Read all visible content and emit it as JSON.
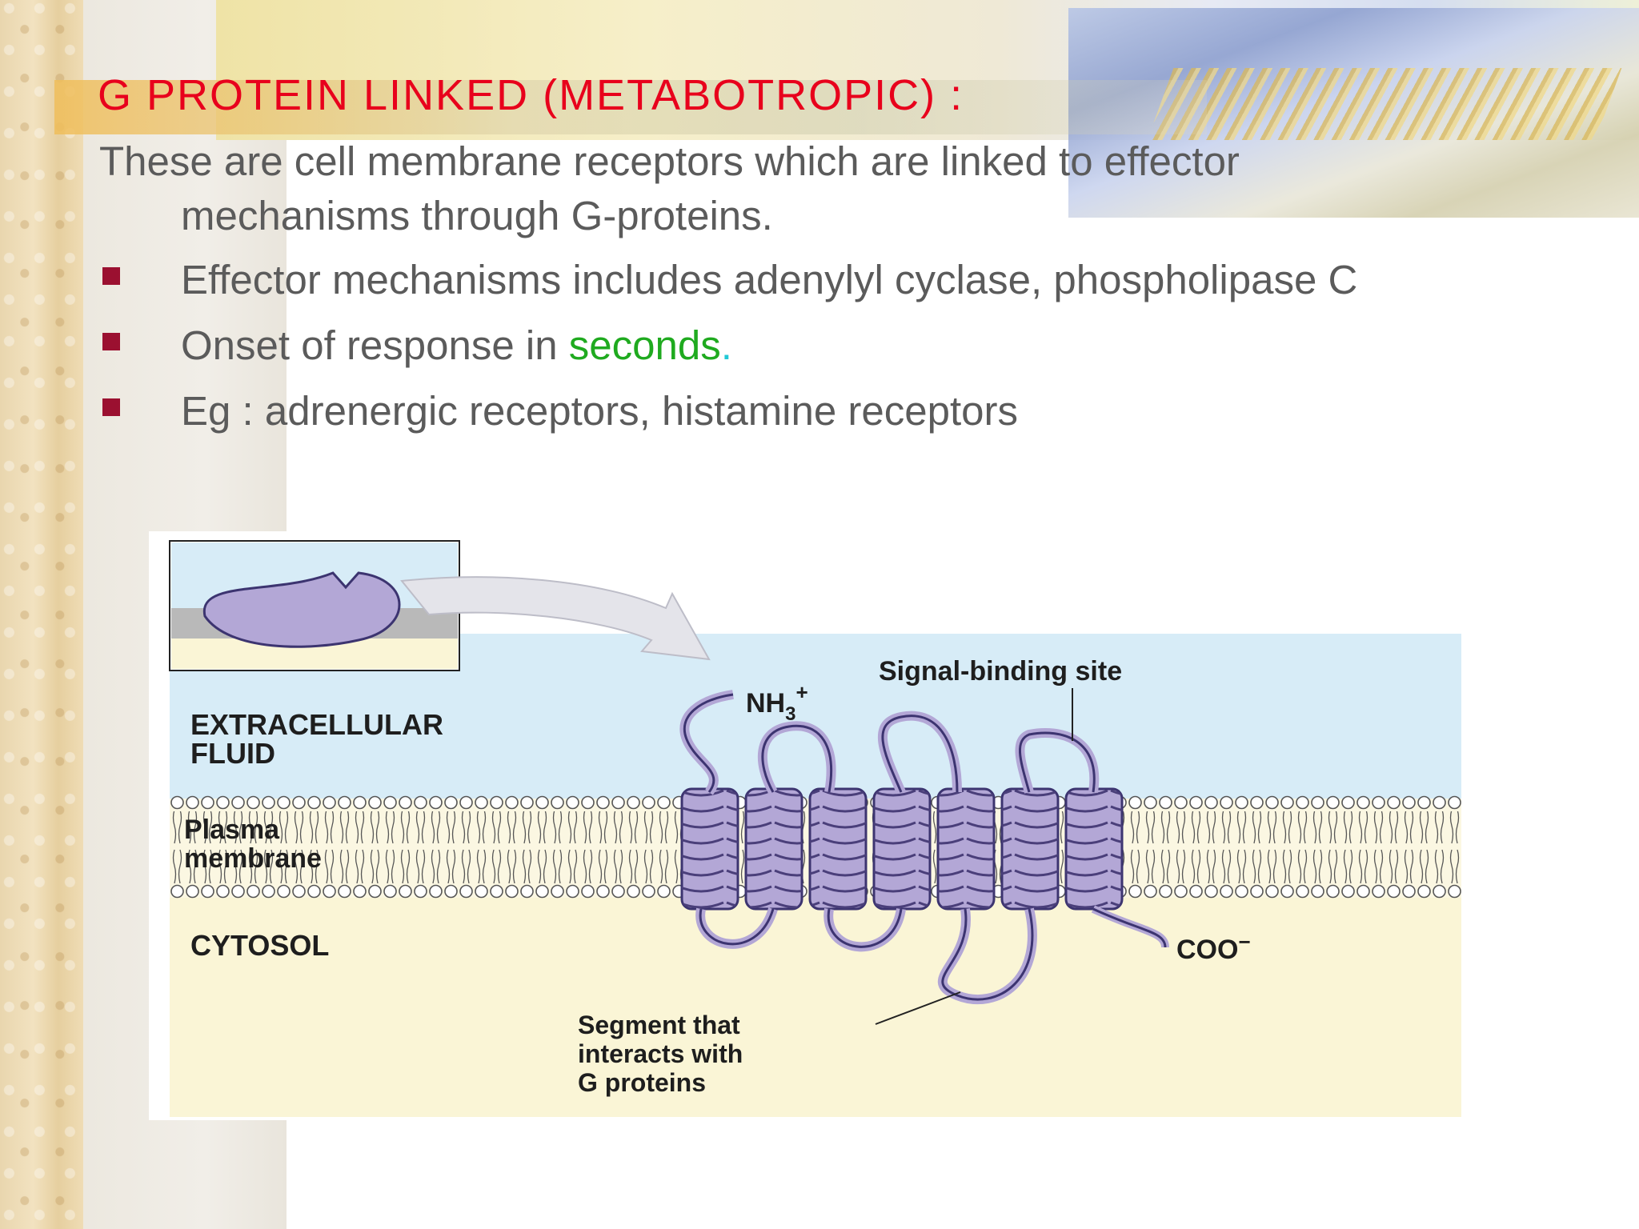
{
  "title": "G PROTEIN LINKED (METABOTROPIC)  :",
  "intro": {
    "line1": "These are cell membrane receptors which are linked to effector",
    "line2": "mechanisms through G-proteins."
  },
  "bullets": [
    {
      "text": "Effector mechanisms includes adenylyl cyclase, phospholipase C"
    },
    {
      "pre": "Onset of response in ",
      "highlight": "seconds",
      "post": "."
    },
    {
      "text": "Eg : adrenergic receptors, histamine receptors"
    }
  ],
  "figure": {
    "extracellular_1": "EXTRACELLULAR",
    "extracellular_2": "FLUID",
    "plasma_1": "Plasma",
    "plasma_2": "membrane",
    "cytosol": "CYTOSOL",
    "signal_site": "Signal-binding site",
    "nh3": "NH",
    "nh3_sub": "3",
    "nh3_sup": "+",
    "coo": "COO",
    "coo_sup": "−",
    "segment_1": "Segment that",
    "segment_2": "interacts with",
    "segment_3": "G proteins"
  },
  "colors": {
    "title": "#e8001c",
    "body": "#5b5b5b",
    "example": "#2a3c7c",
    "seconds": "#1faa1f",
    "bullet": "#9b1030",
    "protein": "#b3a7d6",
    "extracellular_bg": "#d7ecf7",
    "cytosol_bg": "#faf5d6"
  }
}
